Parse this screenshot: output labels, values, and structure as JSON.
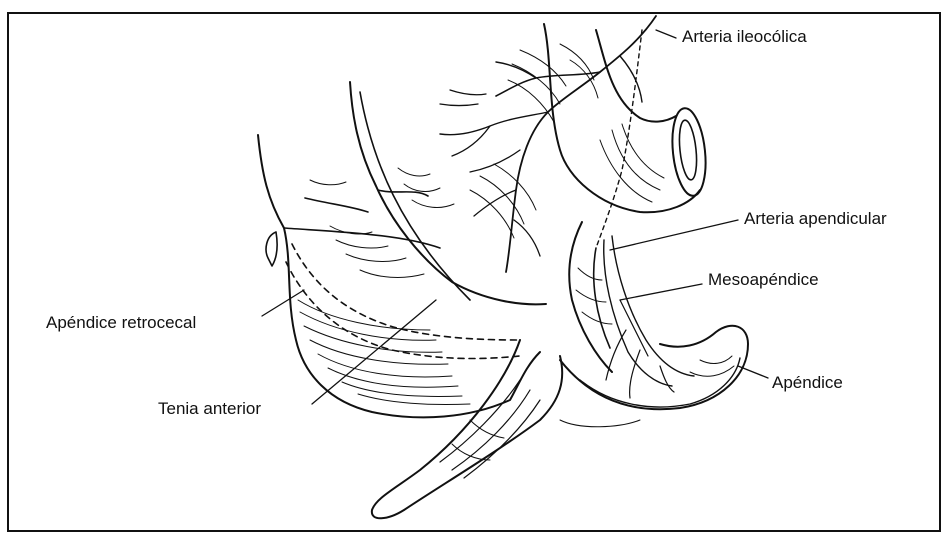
{
  "labels": {
    "ileocolic_artery": "Arteria ileocólica",
    "appendicular_artery": "Arteria apendicular",
    "mesoappendix": "Mesoapéndice",
    "appendix": "Apéndice",
    "retrocecal_appendix": "Apéndice retrocecal",
    "anterior_taenia": "Tenia anterior"
  },
  "colors": {
    "ink": "#111111",
    "paper": "#ffffff"
  }
}
